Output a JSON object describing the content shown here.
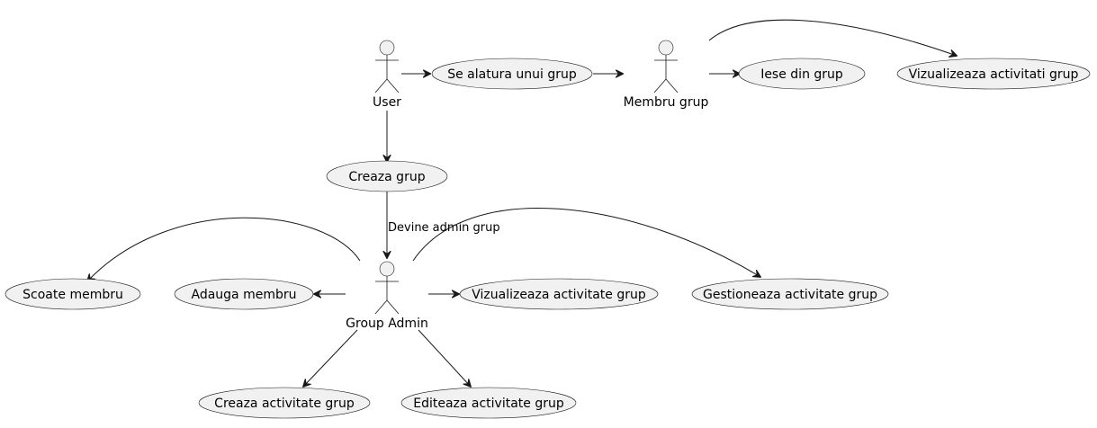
{
  "actors": {
    "user": "User",
    "member": "Membru grup",
    "admin": "Group Admin"
  },
  "use_cases": {
    "join_group": "Se alatura unui grup",
    "leave_group": "Iese din grup",
    "view_activities": "Vizualizeaza activitati grup",
    "create_group": "Creaza grup",
    "remove_member": "Scoate membru",
    "add_member": "Adauga membru",
    "view_activity": "Vizualizeaza activitate grup",
    "manage_activity": "Gestioneaza activitate grup",
    "create_activity": "Creaza activitate grup",
    "edit_activity": "Editeaza activitate grup"
  },
  "edge_labels": {
    "becomes_admin": "Devine admin grup"
  },
  "colors": {
    "usecase_fill": "#f1f1f1",
    "stroke": "#181818"
  }
}
